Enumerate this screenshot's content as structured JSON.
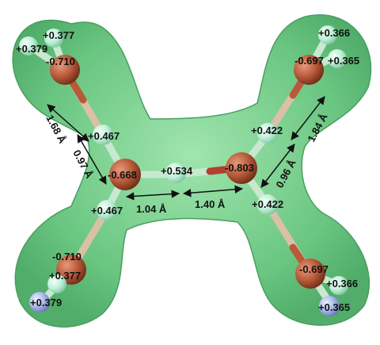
{
  "colors": {
    "background": "#ffffff",
    "isosurface": "#5fc079",
    "isosurface_edge": "#3f9a58",
    "oxygen": "#b85a3a",
    "hydrogen_cyan": "#bff0d8",
    "hydrogen_blue": "#a9b8e8",
    "bond_red": "#b04030",
    "arrow": "#111111"
  },
  "atoms": {
    "o_top_left": {
      "element": "O",
      "charge": "-0.710"
    },
    "h_top_left_a": {
      "element": "H",
      "charge": "+0.377"
    },
    "h_top_left_b": {
      "element": "H",
      "charge": "+0.379"
    },
    "o_top_right": {
      "element": "O",
      "charge": "-0.697"
    },
    "h_top_right_a": {
      "element": "H",
      "charge": "+0.366"
    },
    "h_top_right_b": {
      "element": "H",
      "charge": "+0.365"
    },
    "h_upper_left": {
      "element": "H",
      "charge": "+0.467"
    },
    "h_upper_right": {
      "element": "H",
      "charge": "+0.422"
    },
    "o_center_left": {
      "element": "O",
      "charge": "-0.668"
    },
    "h_center": {
      "element": "H",
      "charge": "+0.534"
    },
    "o_center_right": {
      "element": "O",
      "charge": "-0.803"
    },
    "h_lower_left": {
      "element": "H",
      "charge": "+0.467"
    },
    "h_lower_right": {
      "element": "H",
      "charge": "+0.422"
    },
    "o_bottom_left": {
      "element": "O",
      "charge": "-0.710"
    },
    "h_bottom_left_a": {
      "element": "H",
      "charge": "+0.377"
    },
    "h_bottom_left_b": {
      "element": "H",
      "charge": "+0.379"
    },
    "o_bottom_right": {
      "element": "O",
      "charge": "-0.697"
    },
    "h_bottom_right_a": {
      "element": "H",
      "charge": "+0.366"
    },
    "h_bottom_right_b": {
      "element": "H",
      "charge": "+0.365"
    }
  },
  "distances": {
    "upper_left_hbond": "1.68 Å",
    "upper_left_covalent": "0.97 Å",
    "center_left": "1.04 Å",
    "center_right": "1.40 Å",
    "upper_right_covalent": "0.96 Å",
    "upper_right_hbond": "1.84 Å"
  }
}
